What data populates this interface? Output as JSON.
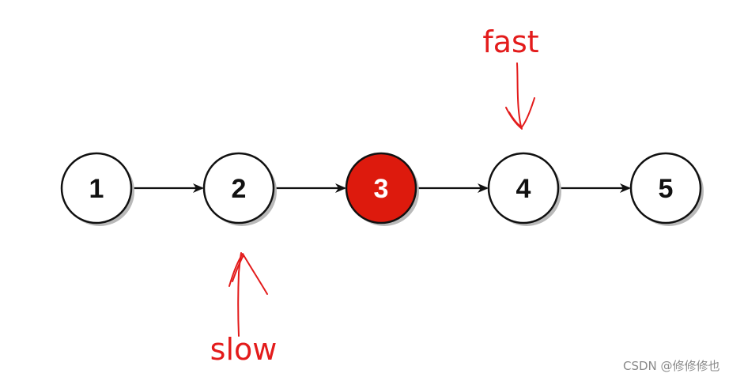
{
  "nodes": [
    {
      "label": "1",
      "highlighted": false
    },
    {
      "label": "2",
      "highlighted": false
    },
    {
      "label": "3",
      "highlighted": true
    },
    {
      "label": "4",
      "highlighted": false
    },
    {
      "label": "5",
      "highlighted": false
    }
  ],
  "pointers": {
    "fast": {
      "label": "fast",
      "target_node": "4"
    },
    "slow": {
      "label": "slow",
      "target_node": "2"
    }
  },
  "colors": {
    "node_fill": "#ffffff",
    "node_stroke": "#111111",
    "highlight_fill": "#dd1a0d",
    "highlight_text": "#ffffff",
    "text": "#111111",
    "annotation": "#e31b1b",
    "shadow": "#b9b9b9"
  },
  "watermark": "CSDN @修修修也"
}
